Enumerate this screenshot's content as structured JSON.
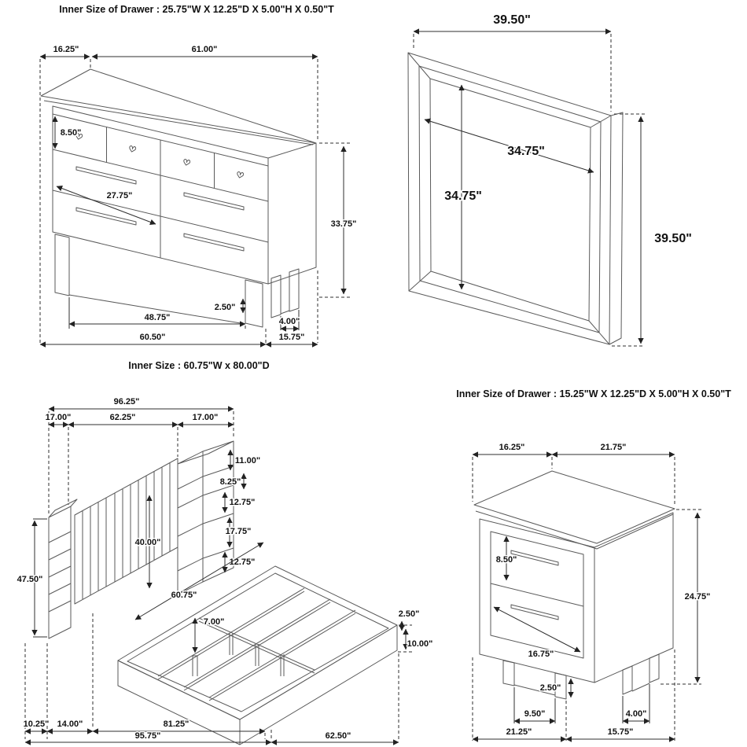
{
  "colors": {
    "line": "#5a5a5a",
    "dim": "#2f2f2f",
    "text": "#111111",
    "background": "#ffffff"
  },
  "dresser": {
    "title": "Inner Size of Drawer : 25.75\"W X 12.25\"D X 5.00\"H X 0.50\"T",
    "dims": {
      "top_depth": "16.25\"",
      "width": "61.00\"",
      "drawer_height": "8.50\"",
      "drawer_width": "27.75\"",
      "height": "33.75\"",
      "leg_height": "2.50\"",
      "between_legs": "48.75\"",
      "leg_width": "4.00\"",
      "bottom_width": "60.50\"",
      "side_depth": "15.75\""
    }
  },
  "mirror": {
    "dims": {
      "width": "39.50\"",
      "inner_width": "34.75\"",
      "inner_height": "34.75\"",
      "height": "39.50\""
    }
  },
  "bed": {
    "title": "Inner Size : 60.75\"W x 80.00\"D",
    "dims": {
      "total_width": "96.25\"",
      "left_pier_width": "17.00\"",
      "headboard_width": "62.25\"",
      "right_pier_width": "17.00\"",
      "shelf_1": "11.00\"",
      "shelf_2": "8.25\"",
      "shelf_3": "12.75\"",
      "shelf_4": "17.75\"",
      "shelf_5": "12.75\"",
      "headboard_height": "40.00\"",
      "pier_height": "47.50\"",
      "inner_width": "60.75\"",
      "slat_leg_height": "7.00\"",
      "rail_lip": "2.50\"",
      "rail_height": "10.00\"",
      "pier_depth": "10.25\"",
      "pier_gap": "14.00\"",
      "frame_inner_length": "81.25\"",
      "total_length": "95.75\"",
      "footboard_width": "62.50\""
    }
  },
  "nightstand": {
    "title": "Inner Size of Drawer : 15.25\"W X 12.25\"D X 5.00\"H X 0.50\"T",
    "dims": {
      "top_depth": "16.25\"",
      "top_width": "21.75\"",
      "drawer_height": "8.50\"",
      "height": "24.75\"",
      "drawer_width": "16.75\"",
      "leg_height": "2.50\"",
      "between_legs": "9.50\"",
      "leg_width": "4.00\"",
      "bottom_width": "21.25\"",
      "bottom_depth": "15.75\""
    }
  }
}
